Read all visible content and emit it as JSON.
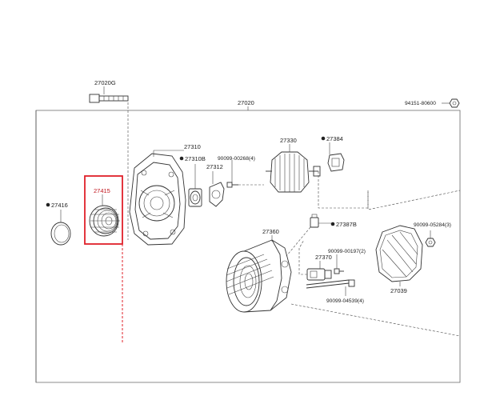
{
  "labels": {
    "bolt_top": "27020G",
    "assembly": "27020",
    "nut_right": "94151-80600",
    "frame_drive": "27310",
    "bearing": "27310B",
    "retainer": "27312",
    "screw_a": "90099-00268(4)",
    "rotor": "27330",
    "cover_small": "27384",
    "pulley": "27415",
    "cap": "27416",
    "terminal": "27387B",
    "stator_frame": "27360",
    "regulator": "27370",
    "screw_b": "90099-00197(2)",
    "bolt_long": "90099-04539(4)",
    "rear_cover": "27039",
    "nut_cover": "90099-05284(3)"
  },
  "colors": {
    "highlight": "#e0202a",
    "line": "#333333"
  }
}
